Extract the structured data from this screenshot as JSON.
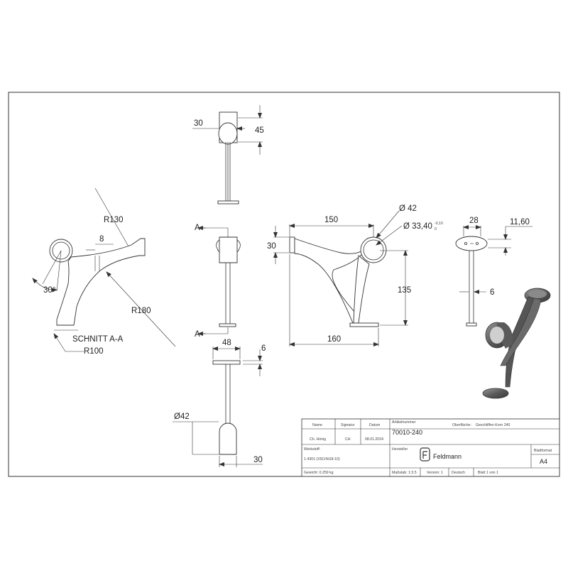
{
  "dims": {
    "top_w": "30",
    "top_h": "45",
    "mid_a_top": "A",
    "mid_a_bot": "A",
    "width_150": "150",
    "height_30": "30",
    "height_135": "135",
    "width_160": "160",
    "dia_42": "Ø 42",
    "dia_tube": "Ø 33,40",
    "tol_up": "-0,10",
    "tol_low": "0",
    "w28": "28",
    "w1160": "11,60",
    "w6": "6",
    "sec_r130": "R130",
    "sec_8": "8",
    "sec_30deg": "30°",
    "sec_r180": "R180",
    "sec_title": "SCHNITT A-A",
    "sec_r100": "R100",
    "bot_48": "48",
    "bot_6": "6",
    "bot_dia42": "Ø42",
    "bot_30": "30"
  },
  "title_block": {
    "col_name": "Name",
    "col_sig": "Signatur",
    "col_date": "Datum",
    "row_name": "Ch. Hönig",
    "row_sig": "CH",
    "row_date": "08.01.2024",
    "article_label": "Artikelnummer",
    "article_number": "70010-240",
    "surface_label": "Oberfläche:",
    "surface_value": "Geschliffen Korn 240",
    "material_label": "Werkstoff:",
    "material_value": "1.4301 (X5CrNi18-10)",
    "weight": "Gewicht: 0.259 kg",
    "maker_label": "Hersteller",
    "brand": "Feldmann",
    "format_label": "Blattformat",
    "format_value": "A4",
    "scale": "Maßstab: 1:3.5",
    "version": "Version: 1",
    "language": "Deutsch",
    "sheet": "Blatt 1 von 1"
  },
  "icons": {
    "logo": "feldmann-logo-icon",
    "render": "bracket-3d-render"
  }
}
